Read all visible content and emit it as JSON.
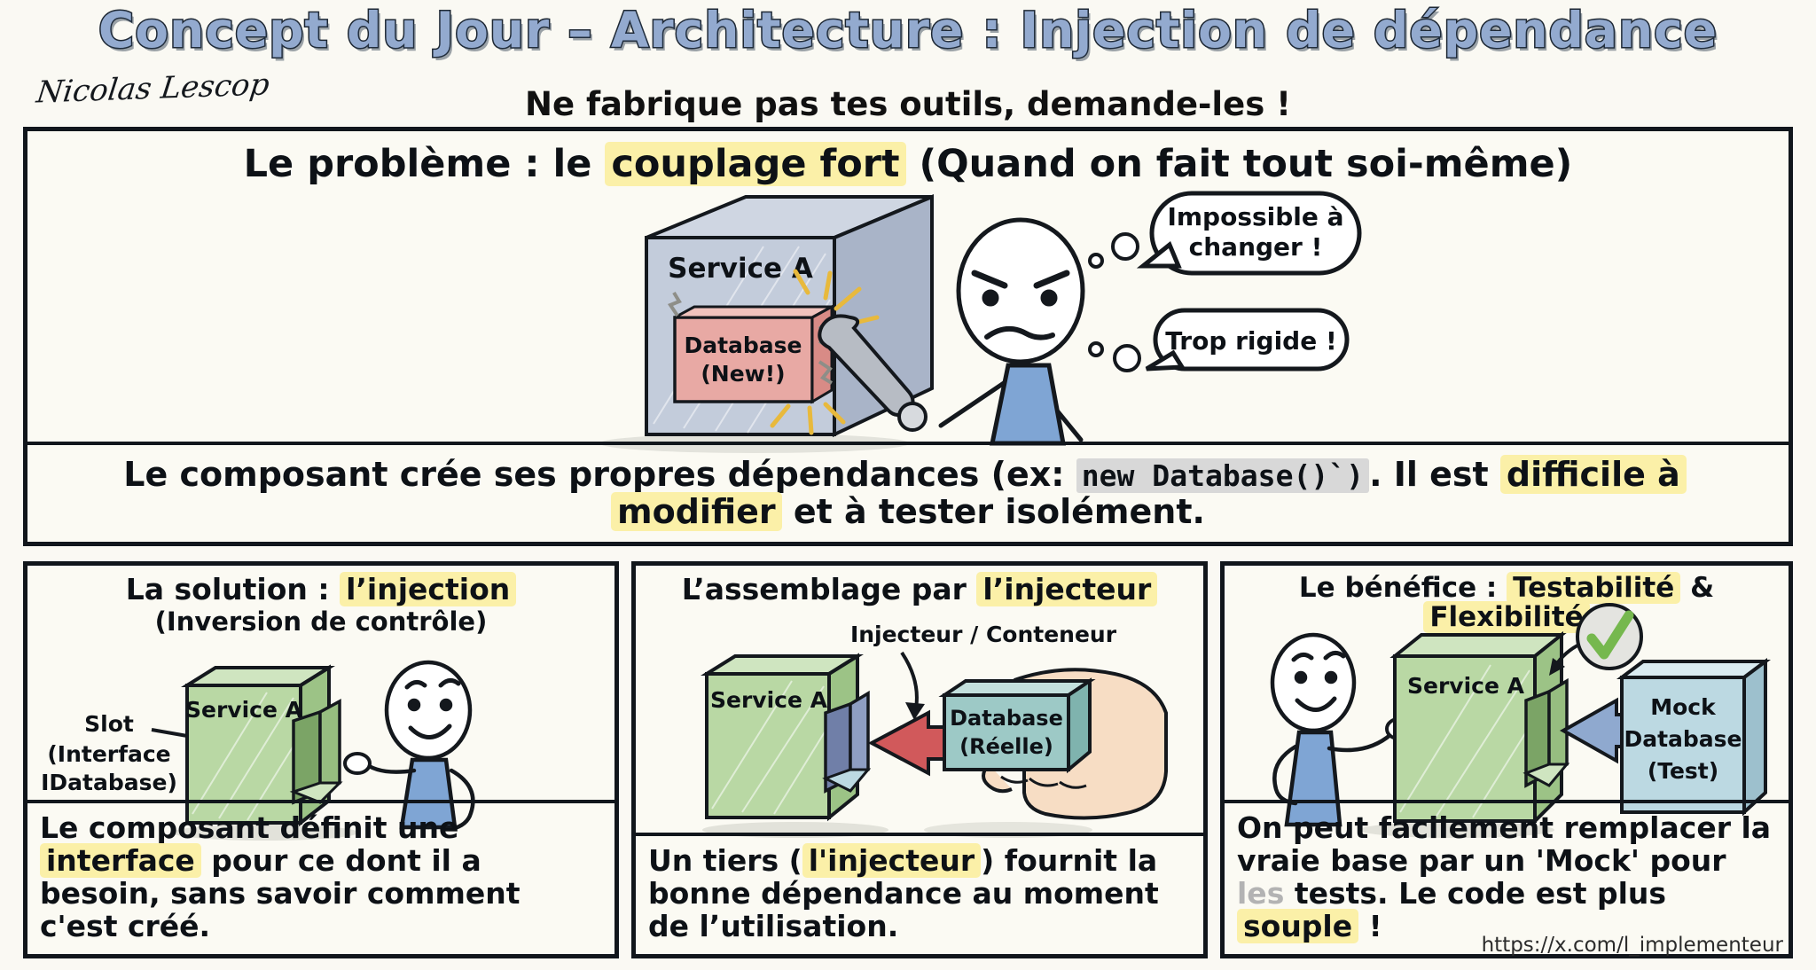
{
  "header": {
    "title": "Concept du Jour – Architecture : Injection de dépendance",
    "author": "Nicolas Lescop",
    "subtitle": "Ne fabrique pas tes outils, demande-les !",
    "title_color": "#93aacf",
    "highlight_color": "#fbf0a8"
  },
  "panels": {
    "problem": {
      "heading_before": "Le problème : le ",
      "heading_highlight": "couplage fort",
      "heading_after": " (Quand on fait tout soi-même)",
      "box_label": "Service A",
      "inner_box_line1": "Database",
      "inner_box_line2": "(New!)",
      "bubble_1_line1": "Impossible à",
      "bubble_1_line2": "changer !",
      "bubble_2": "Trop rigide !",
      "caption_1": "Le composant crée ses propres dépendances (ex: ",
      "caption_code": "new Database()`)",
      "caption_2": ". Il est ",
      "caption_highlight": "difficile à modifier",
      "caption_3": " et à tester isolément.",
      "box_color": "#b9c2d4",
      "inner_color": "#e8a9a4"
    },
    "solution": {
      "heading_before": "La solution : ",
      "heading_highlight": "l’injection",
      "subheading": "(Inversion de contrôle)",
      "callout_line1": "Slot",
      "callout_line2": "(Interface",
      "callout_line3": "IDatabase)",
      "box_label": "Service A",
      "caption_1": "Le composant définit une ",
      "caption_highlight": "interface",
      "caption_2": " pour ce dont il a besoin, sans savoir comment c'est créé.",
      "box_color": "#b9d8a4"
    },
    "assembly": {
      "heading_before": "L’assemblage par ",
      "heading_highlight": "l’injecteur",
      "annotation": "Injecteur / Conteneur",
      "box_label": "Service A",
      "db_line1": "Database",
      "db_line2": "(Réelle)",
      "caption_1": "Un tiers (",
      "caption_highlight": "l'injecteur",
      "caption_2": ") fournit la bonne dépendance au moment de l’utilisation.",
      "box_color": "#b9d8a4",
      "db_color": "#9dc9c6",
      "arrow_color": "#d1595b",
      "hand_color": "#f7ddc4"
    },
    "benefit": {
      "heading_before": "Le bénéfice : ",
      "heading_highlight_1": "Testabilité",
      "heading_mid": " & ",
      "heading_highlight_2": "Flexibilité",
      "box_label": "Service A",
      "mock_line1": "Mock",
      "mock_line2": "Database",
      "mock_line3": "(Test)",
      "check_icon": "check-mark",
      "caption_1": "On peut facilement remplacer la vraie base par un 'Mock' pour ",
      "caption_faded": "les",
      "caption_2": " tests. Le code est plus ",
      "caption_highlight": "souple",
      "caption_3": " !",
      "box_color": "#b9d8a4",
      "mock_color": "#bcd9e2",
      "arrow_color": "#8fa9cf",
      "check_color": "#76b84e"
    }
  },
  "footer": {
    "url": "https://x.com/l_implementeur"
  }
}
